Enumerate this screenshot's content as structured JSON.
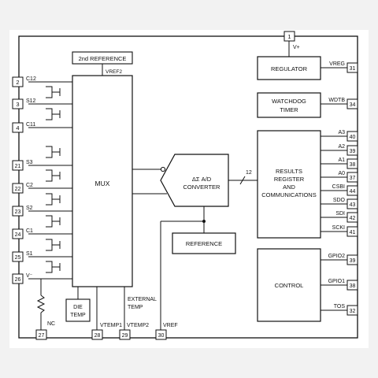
{
  "pins": {
    "left": [
      {
        "num": "2",
        "label": "C12"
      },
      {
        "num": "3",
        "label": "S12"
      },
      {
        "num": "4",
        "label": "C11"
      },
      {
        "num": "21",
        "label": "S3"
      },
      {
        "num": "22",
        "label": "C2"
      },
      {
        "num": "23",
        "label": "S2"
      },
      {
        "num": "24",
        "label": "C1"
      },
      {
        "num": "25",
        "label": "S1"
      },
      {
        "num": "26",
        "label": "V⁻"
      }
    ],
    "right": [
      {
        "num": "31",
        "label": "VREG"
      },
      {
        "num": "34",
        "label": "WDTB"
      },
      {
        "num": "40",
        "label": "A3"
      },
      {
        "num": "39",
        "label": "A2"
      },
      {
        "num": "38",
        "label": "A1"
      },
      {
        "num": "37",
        "label": "A0"
      },
      {
        "num": "44",
        "label": "CSBI"
      },
      {
        "num": "43",
        "label": "SDO"
      },
      {
        "num": "42",
        "label": "SDI"
      },
      {
        "num": "41",
        "label": "SCKI"
      },
      {
        "num": "39",
        "label": "GPIO2"
      },
      {
        "num": "38",
        "label": "GPIO1"
      },
      {
        "num": "32",
        "label": "TOS"
      }
    ],
    "bottom": [
      {
        "num": "27",
        "label": "NC"
      },
      {
        "num": "28",
        "label": "VTEMP1"
      },
      {
        "num": "29",
        "label": "VTEMP2"
      },
      {
        "num": "30",
        "label": "VREF"
      }
    ],
    "top": {
      "num": "1",
      "label": "V+"
    }
  },
  "blocks": {
    "mux": "MUX",
    "second_reference": "2nd REFERENCE",
    "vref2": "VREF2",
    "adc_line1": "ΔΣ A/D",
    "adc_line2": "CONVERTER",
    "reference": "REFERENCE",
    "regulator": "REGULATOR",
    "watchdog_line1": "WATCHDOG",
    "watchdog_line2": "TIMER",
    "results_lines": [
      "RESULTS",
      "REGISTER",
      "AND",
      "COMMUNICATIONS"
    ],
    "control": "CONTROL",
    "die_temp_lines": [
      "DIE",
      "TEMP"
    ],
    "external_temp_lines": [
      "EXTERNAL",
      "TEMP"
    ],
    "bus_width": "12"
  }
}
